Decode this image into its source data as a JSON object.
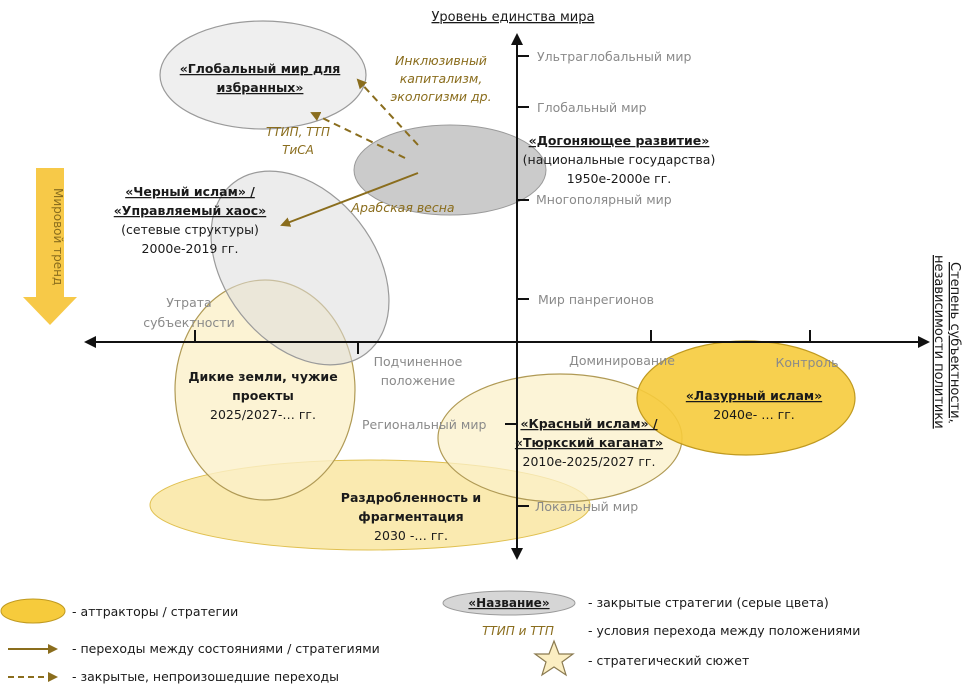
{
  "axes": {
    "y_title": "Уровень единства мира",
    "x_title_line1": "Степень субъектности,",
    "x_title_line2": "независимости политики",
    "world_trend": "Мировой тренд",
    "y_levels": [
      "Ультраглобальный мир",
      "Глобальный мир",
      "Многополярный мир",
      "Мир панрегионов",
      "Региональный мир",
      "Локальный  мир"
    ],
    "x_levels": {
      "loss_line1": "Утрата",
      "loss_line2": "субъектности",
      "subordinate_line1": "Подчиненное",
      "subordinate_line2": "положение",
      "dominance": "Доминирование",
      "control": "Контроль"
    }
  },
  "attractors": {
    "global_elite": {
      "line1": "«Глобальный мир для",
      "line2": "избранных»"
    },
    "catchup": {
      "title": "«Догоняющее развитие»",
      "line2": "(национальные государства)",
      "years": "1950е-2000е  гг."
    },
    "black_islam": {
      "line1": "«Черный ислам» /",
      "line2": "«Управляемый хаос»",
      "line3": "(сетевые структуры)",
      "years": "2000е-2019  гг."
    },
    "wild_lands": {
      "line1": "Дикие земли, чужие",
      "line2": "проекты",
      "years": "2025/2027-… гг."
    },
    "red_islam": {
      "line1": "«Красный ислам» /",
      "line2": "«Тюркский каганат»",
      "years": "2010е-2025/2027 гг."
    },
    "azure_islam": {
      "title": "«Лазурный ислам»",
      "years": "2040е- … гг."
    },
    "fragmentation": {
      "line1": "Раздробленность и",
      "line2": "фрагментация",
      "years": "2030 -… гг."
    }
  },
  "conditions": {
    "inclusive_line1": "Инклюзивный",
    "inclusive_line2": "капитализм,",
    "inclusive_line3": "экологизми др.",
    "ttip_line1": "ТТИП, ТТП",
    "ttip_line2": "ТиСА",
    "arab_spring": "Арабская весна"
  },
  "legend": {
    "attractors": "- аттракторы  / стратегии",
    "transitions": "- переходы между состояниями / стратегиями",
    "closed_transitions": "- закрытые, непроизошедшие переходы",
    "name_sample": "«Название»",
    "closed_strategies": "- закрытые стратегии (серые цвета)",
    "conditions_sample": "ТТИП и ТТП",
    "conditions": "- условия перехода между положениями",
    "plot": "- стратегический сюжет"
  },
  "colors": {
    "gray_fill": "#d6d6d6",
    "gray_stroke": "#9a9a9a",
    "dark_gray_fill": "#c2c2c2",
    "light_yellow": "#fbf0c9",
    "yellow": "#f5d870",
    "gold": "#f6cb3c",
    "arrow_gold": "#8a6d1d",
    "trend_arrow": "#f7c948"
  }
}
